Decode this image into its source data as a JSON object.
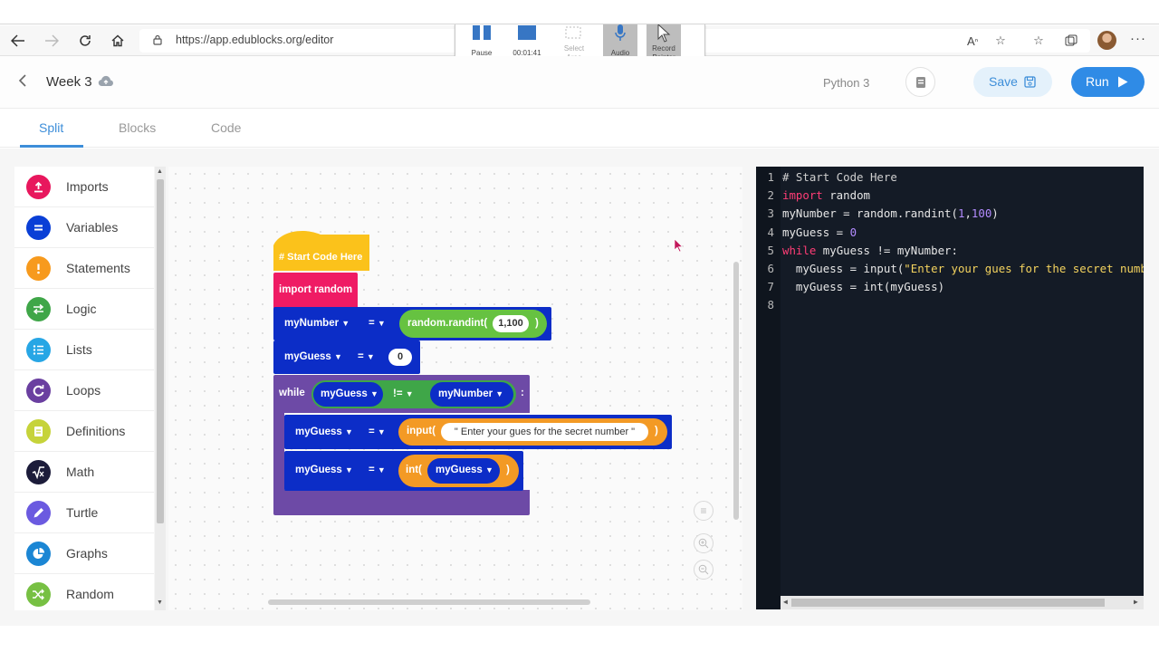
{
  "browser": {
    "url": "https://app.edublocks.org/editor"
  },
  "recorder": {
    "items": [
      {
        "label": "Pause",
        "state": "normal"
      },
      {
        "label": "00:01:41",
        "state": "normal"
      },
      {
        "label": "Select Area",
        "state": "disabled"
      },
      {
        "label": "Audio",
        "state": "active"
      },
      {
        "label": "Record Pointer",
        "state": "active"
      }
    ]
  },
  "header": {
    "project_name": "Week 3",
    "python_version": "Python 3",
    "save_label": "Save",
    "run_label": "Run"
  },
  "tabs": {
    "items": [
      "Split",
      "Blocks",
      "Code"
    ],
    "active": "Split"
  },
  "sidebar": {
    "categories": [
      {
        "label": "Imports",
        "color": "#e8175d",
        "icon": "upload-icon"
      },
      {
        "label": "Variables",
        "color": "#0a3fd6",
        "icon": "equals-icon"
      },
      {
        "label": "Statements",
        "color": "#f79a1d",
        "icon": "exclamation-icon"
      },
      {
        "label": "Logic",
        "color": "#3fa648",
        "icon": "swap-icon"
      },
      {
        "label": "Lists",
        "color": "#27a6e5",
        "icon": "list-icon"
      },
      {
        "label": "Loops",
        "color": "#6a3fa0",
        "icon": "loop-icon"
      },
      {
        "label": "Definitions",
        "color": "#c6d33a",
        "icon": "document-icon"
      },
      {
        "label": "Math",
        "color": "#1c1c3a",
        "icon": "sqrt-icon"
      },
      {
        "label": "Turtle",
        "color": "#6b5ae0",
        "icon": "pencil-icon"
      },
      {
        "label": "Graphs",
        "color": "#1b86d4",
        "icon": "pie-chart-icon"
      },
      {
        "label": "Random",
        "color": "#77c043",
        "icon": "shuffle-icon"
      }
    ]
  },
  "blocks": {
    "start": "# Start Code Here",
    "import": "import random",
    "assign1_var": "myNumber",
    "assign1_op": "=",
    "assign1_func": "random.randint(",
    "assign1_args": "1,100",
    "assign1_close": ")",
    "assign2_var": "myGuess",
    "assign2_op": "=",
    "assign2_val": "0",
    "while_kw": "while",
    "while_left": "myGuess",
    "while_op": "!=",
    "while_right": "myNumber",
    "while_colon": ":",
    "assign3_var": "myGuess",
    "assign3_op": "=",
    "assign3_func": "input(",
    "assign3_str": "\" Enter your gues for the secret number \"",
    "assign3_close": ")",
    "assign4_var": "myGuess",
    "assign4_op": "=",
    "assign4_func": "int(",
    "assign4_arg": "myGuess",
    "assign4_close": ")"
  },
  "code": {
    "lines": [
      {
        "n": "1",
        "parts": [
          {
            "c": "cm",
            "t": "# Start Code Here"
          }
        ]
      },
      {
        "n": "2",
        "parts": [
          {
            "c": "kw",
            "t": "import"
          },
          {
            "c": "",
            "t": " random"
          }
        ]
      },
      {
        "n": "3",
        "parts": [
          {
            "c": "",
            "t": "myNumber = random.randint("
          },
          {
            "c": "num",
            "t": "1"
          },
          {
            "c": "",
            "t": ","
          },
          {
            "c": "num",
            "t": "100"
          },
          {
            "c": "",
            "t": ")"
          }
        ]
      },
      {
        "n": "4",
        "parts": [
          {
            "c": "",
            "t": "myGuess = "
          },
          {
            "c": "num",
            "t": "0"
          }
        ]
      },
      {
        "n": "5",
        "parts": [
          {
            "c": "kw",
            "t": "while"
          },
          {
            "c": "",
            "t": " myGuess != myNumber:"
          }
        ]
      },
      {
        "n": "6",
        "parts": [
          {
            "c": "",
            "t": "  myGuess = input("
          },
          {
            "c": "str",
            "t": "\"Enter your gues for the secret number\""
          },
          {
            "c": "",
            "t": ")"
          }
        ]
      },
      {
        "n": "7",
        "parts": [
          {
            "c": "",
            "t": "  myGuess = int(myGuess)"
          }
        ]
      },
      {
        "n": "8",
        "parts": []
      }
    ]
  }
}
